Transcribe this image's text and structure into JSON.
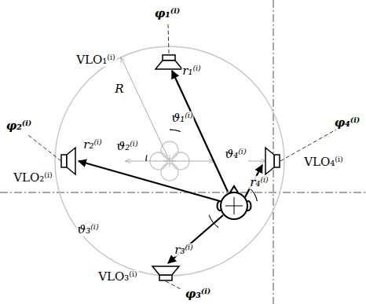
{
  "diagram": {
    "labels": [
      "φ₁⁽ⁱ⁾",
      "VLO₁⁽ⁱ⁾",
      "r₁⁽ⁱ⁾",
      "ϑ₁⁽ⁱ⁾",
      "R",
      "φ₂⁽ⁱ⁾",
      "r₂⁽ⁱ⁾",
      "ϑ₂⁽ⁱ⁾",
      "VLO₂⁽ⁱ⁾",
      "ϑ₃⁽ⁱ⁾",
      "r₃⁽ⁱ⁾",
      "VLO₃⁽ⁱ⁾",
      "φ₃⁽ⁱ⁾",
      "φ₄⁽ⁱ⁾",
      "ϑ₄⁽ⁱ⁾",
      "VLO₄⁽ⁱ⁾",
      "r₄⁽ⁱ⁾"
    ]
  }
}
